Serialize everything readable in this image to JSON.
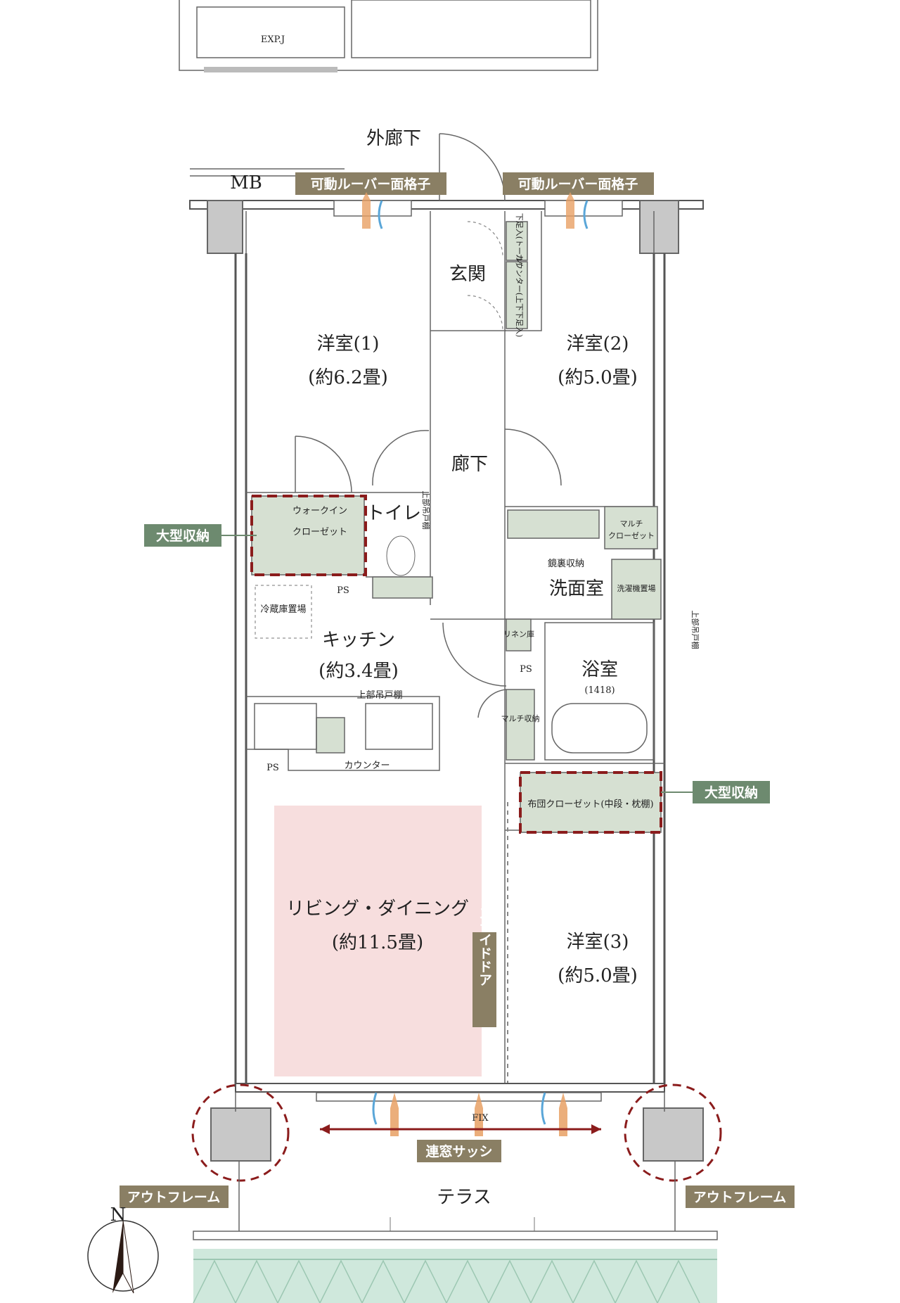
{
  "labels": {
    "expj": "EXP.J",
    "mb": "MB",
    "outer_corridor": "外廊下",
    "louver_left": "可動ルーバー面格子",
    "louver_right": "可動ルーバー面格子",
    "entrance": "玄関",
    "shoe_storage_top": "下足入(トール)",
    "counter_shoe": "カウンター(上下下足入)",
    "room1_name": "洋室(1)",
    "room1_size": "(約6.2畳)",
    "room2_name": "洋室(2)",
    "room2_size": "(約5.0畳)",
    "hallway": "廊下",
    "walkin_closet_1": "ウォークイン",
    "walkin_closet_2": "クローゼット",
    "toilet": "トイレ",
    "toilet_shelf": "上部吊戸棚",
    "multi_closet_1": "マルチ",
    "multi_closet_2": "クローゼット",
    "mirror_storage": "鏡裏収納",
    "washroom": "洗面室",
    "laundry": "洗濯機置場",
    "upper_shelf_right": "上部吊戸棚",
    "ps_1": "PS",
    "fridge": "冷蔵庫置場",
    "kitchen_name": "キッチン",
    "kitchen_size": "(約3.4畳)",
    "linen": "リネン庫",
    "ps_2": "PS",
    "bath_name": "浴室",
    "bath_size": "(1418)",
    "upper_shelf_kitchen": "上部吊戸棚",
    "multi_storage": "マルチ収納",
    "ps_3": "PS",
    "counter": "カウンター",
    "futon_closet": "布団クローゼット(中段・枕棚)",
    "large_storage_left": "大型収納",
    "large_storage_right": "大型収納",
    "living_name": "リビング・ダイニング",
    "living_size": "(約11.5畳)",
    "slide_door": "スライドドア",
    "room3_name": "洋室(3)",
    "room3_size": "(約5.0畳)",
    "fix": "FIX",
    "sash": "連窓サッシ",
    "outframe_left": "アウトフレーム",
    "outframe_right": "アウトフレーム",
    "terrace": "テラス",
    "north": "N"
  },
  "colors": {
    "tag_olive": "#8a7f64",
    "tag_green": "#6d8a6f",
    "storage_fill": "#d6e0d2",
    "living_fill": "#f7dede",
    "dashed_red": "#8b1c1c",
    "lawn": "#cfe8dc"
  }
}
